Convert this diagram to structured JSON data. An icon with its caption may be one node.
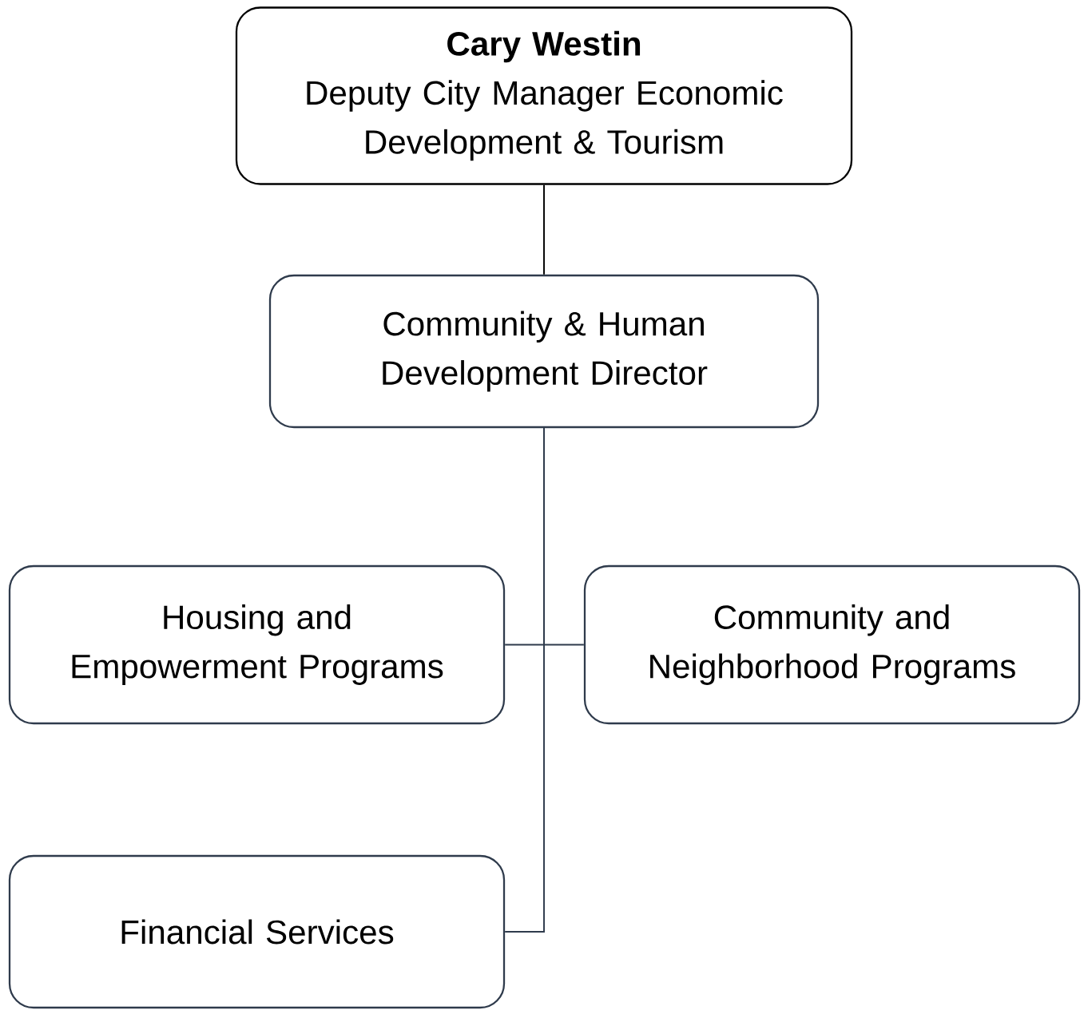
{
  "diagram": {
    "nodes": [
      {
        "text": [
          "Cary Westin",
          "Deputy City Manager Economic Development & Tourism"
        ]
      },
      {
        "text": [
          "Community & Human Development Director"
        ]
      },
      {
        "text": [
          "Housing and Empowerment Programs"
        ]
      },
      {
        "text": [
          "Community and Neighborhood Programs"
        ]
      },
      {
        "text": [
          "Financial Services"
        ]
      }
    ],
    "edges": [
      {
        "from": 0,
        "to": 1,
        "arrow": "none",
        "color": "#000000"
      },
      {
        "from": 1,
        "to": 2,
        "arrow": "none"
      },
      {
        "from": 1,
        "to": 3,
        "arrow": "none"
      },
      {
        "from": 1,
        "to": 4,
        "arrow": "none"
      }
    ]
  }
}
